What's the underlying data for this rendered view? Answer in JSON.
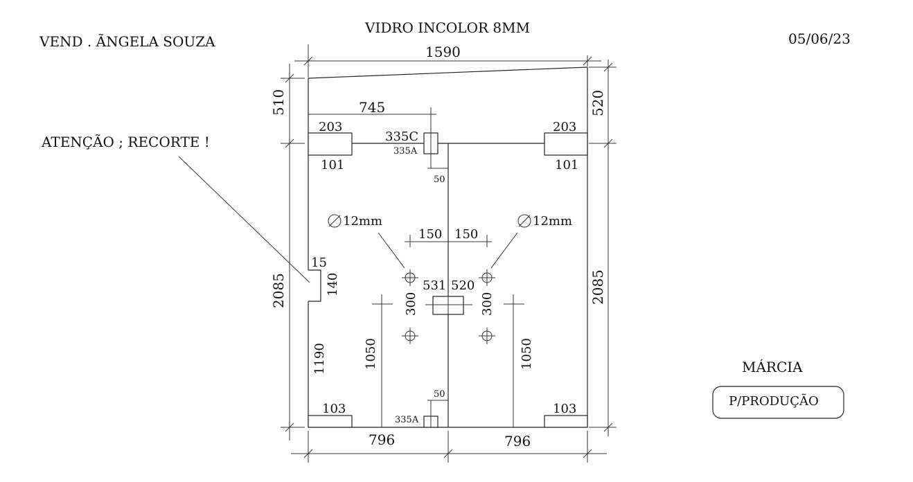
{
  "header": {
    "vendor": "VEND . ÃNGELA SOUZA",
    "material": "VIDRO INCOLOR 8MM",
    "date": "05/06/23"
  },
  "notes": {
    "attention": "ATENÇÃO ; RECORTE !",
    "responsible": "MÁRCIA",
    "production_stamp": "P/PRODUÇÃO"
  },
  "dimensions": {
    "total_width": "1590",
    "left_height": "2085",
    "right_height": "2085",
    "top_left_height": "510",
    "top_right_height": "520",
    "top_offset": "745",
    "bottom_left_width": "796",
    "bottom_right_width": "796",
    "left_panel_lower_height": "1190",
    "left_handle_height": "1050",
    "right_handle_height": "1050"
  },
  "cutout": {
    "depth": "15",
    "height": "140"
  },
  "hinges": {
    "top_left_width": "203",
    "top_left_height": "101",
    "top_right_width": "203",
    "top_right_height": "101",
    "bottom_left_width": "103",
    "bottom_right_width": "103"
  },
  "center_hardware": {
    "top_c": "335C",
    "top_a": "335A",
    "top_offset": "50",
    "bottom_a": "335A",
    "bottom_offset": "50",
    "lock_left": "531",
    "lock_right": "520"
  },
  "holes": {
    "diameter_left": "12mm",
    "diameter_right": "12mm",
    "spacing_left": "150",
    "spacing_right": "150",
    "vertical_left": "300",
    "vertical_right": "300"
  }
}
